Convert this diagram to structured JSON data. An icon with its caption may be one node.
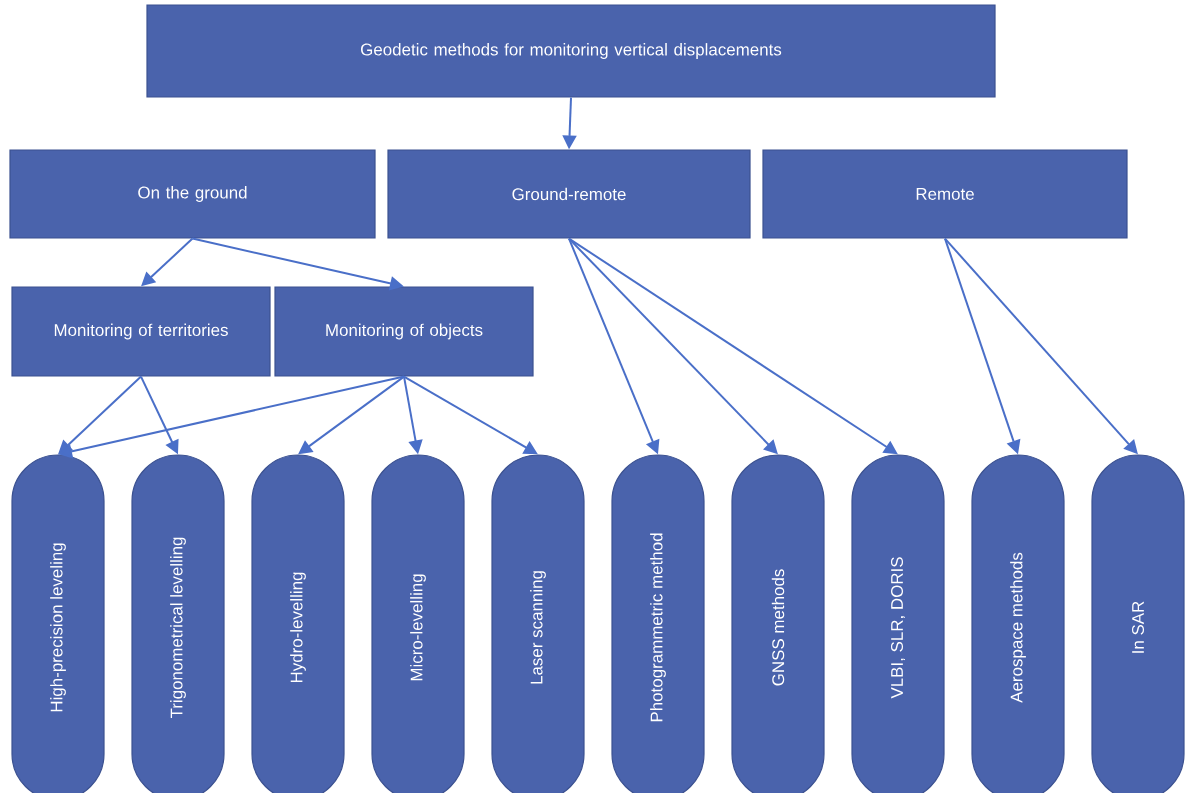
{
  "diagram": {
    "nodes": [
      {
        "text": [
          "Geodetic methods for monitoring vertical displacements"
        ]
      },
      {
        "text": [
          "On the ground"
        ]
      },
      {
        "text": [
          "Ground-remote"
        ]
      },
      {
        "text": [
          "Remote"
        ]
      },
      {
        "text": [
          "Monitoring of territories"
        ]
      },
      {
        "text": [
          "Monitoring of objects"
        ]
      },
      {
        "text": [
          "High-precision leveling"
        ]
      },
      {
        "text": [
          "Trigonometrical levelling"
        ]
      },
      {
        "text": [
          "Hydro-levelling"
        ]
      },
      {
        "text": [
          "Micro-levelling"
        ]
      },
      {
        "text": [
          "Laser scanning"
        ]
      },
      {
        "text": [
          "Photogrammetric method"
        ]
      },
      {
        "text": [
          "GNSS methods"
        ]
      },
      {
        "text": [
          "VLBI, SLR, DORIS"
        ]
      },
      {
        "text": [
          "Aerospace methods"
        ]
      },
      {
        "text": [
          "In SAR"
        ]
      }
    ],
    "edges": [
      {
        "from": 0,
        "to": 2,
        "arrow": "to"
      },
      {
        "from": 1,
        "to": 4,
        "arrow": "to"
      },
      {
        "from": 1,
        "to": 5,
        "arrow": "to"
      },
      {
        "from": 4,
        "to": 6,
        "arrow": "to"
      },
      {
        "from": 4,
        "to": 7,
        "arrow": "to"
      },
      {
        "from": 5,
        "to": 6,
        "arrow": "to"
      },
      {
        "from": 5,
        "to": 8,
        "arrow": "to"
      },
      {
        "from": 5,
        "to": 9,
        "arrow": "to"
      },
      {
        "from": 5,
        "to": 10,
        "arrow": "to"
      },
      {
        "from": 2,
        "to": 11,
        "arrow": "to"
      },
      {
        "from": 2,
        "to": 12,
        "arrow": "to"
      },
      {
        "from": 2,
        "to": 13,
        "arrow": "to"
      },
      {
        "from": 3,
        "to": 14,
        "arrow": "to"
      },
      {
        "from": 3,
        "to": 15,
        "arrow": "to"
      }
    ]
  }
}
